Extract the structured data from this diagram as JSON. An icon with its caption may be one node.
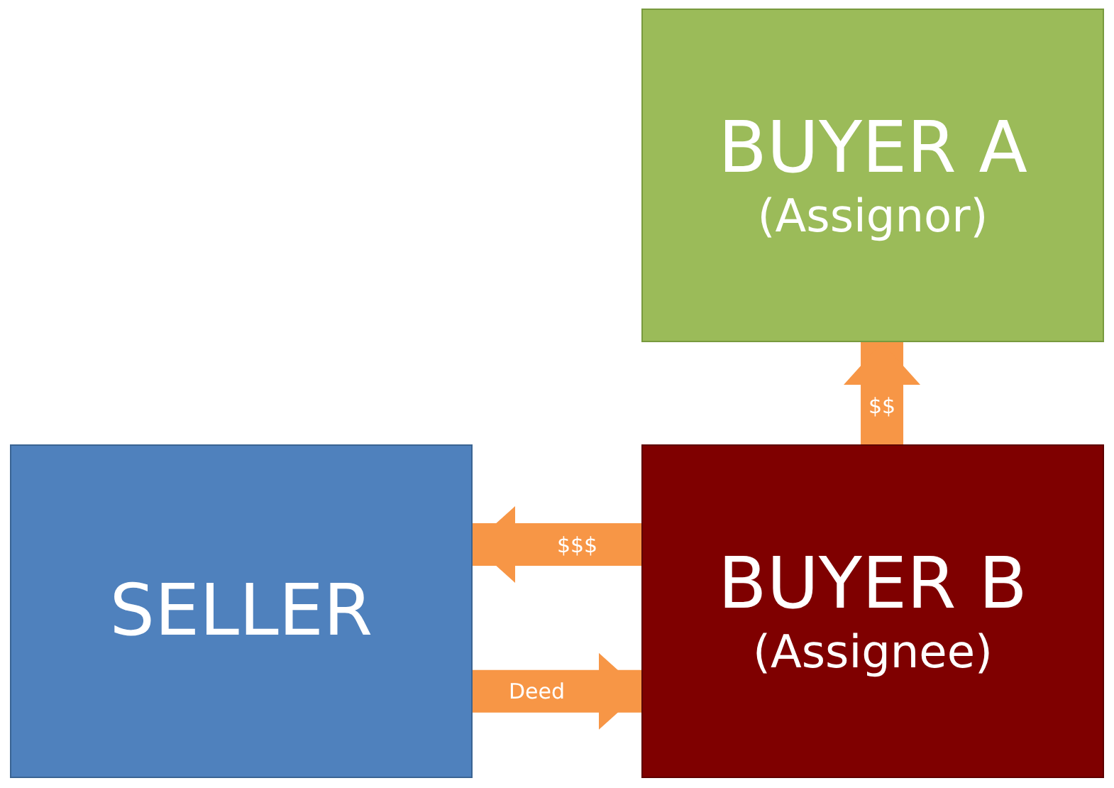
{
  "diagram": {
    "nodes": [
      {
        "text": [
          "SELLER"
        ]
      },
      {
        "text": [
          "BUYER A",
          "(Assignor)"
        ]
      },
      {
        "text": [
          "BUYER B",
          "(Assignee)"
        ]
      }
    ],
    "edges": [
      {
        "from": 2,
        "to": 1,
        "arrow": "to",
        "label": "$$"
      },
      {
        "from": 2,
        "to": 0,
        "arrow": "to",
        "label": "$$$"
      },
      {
        "from": 0,
        "to": 2,
        "arrow": "to",
        "label": "Deed"
      }
    ]
  }
}
